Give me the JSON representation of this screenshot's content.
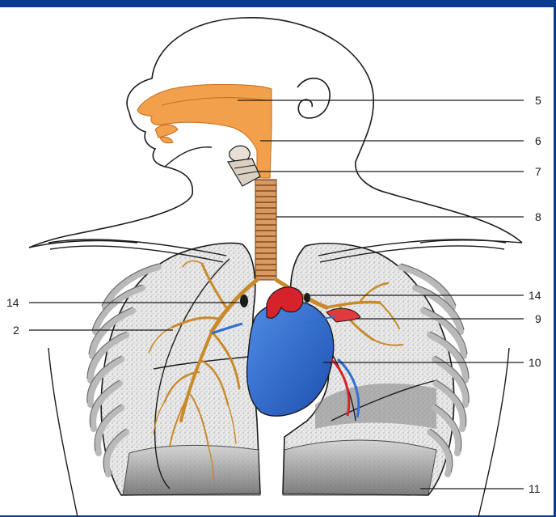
{
  "colors": {
    "frame": "#0a3d8f",
    "outline": "#1b1b1b",
    "nasal": "#f2a04b",
    "trachea": "#c9824a",
    "bronchi": "#c98a2a",
    "heart_blue": "#2f6fd3",
    "heart_red": "#d6232b",
    "lung_fill": "#eeeeee",
    "lung_shade": "#9a9a9a",
    "rib": "#d4d4d4"
  },
  "icons": {
    "figure": "respiratory-system-illustration"
  },
  "labels": {
    "l5": "5",
    "l6": "6",
    "l7": "7",
    "l8": "8",
    "l14a": "14",
    "l14b": "14",
    "l9": "9",
    "l2": "2",
    "l10": "10",
    "l11": "11"
  }
}
